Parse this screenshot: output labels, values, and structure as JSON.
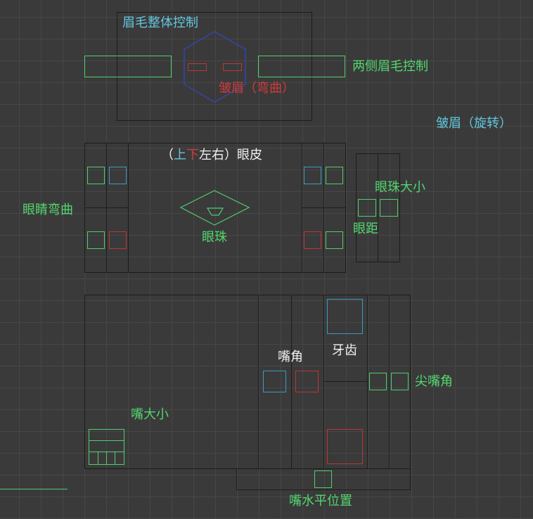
{
  "labels": {
    "brow_overall": "眉毛整体控制",
    "brow_sides": "两侧眉毛控制",
    "frown_bend": "皱眉（弯曲）",
    "frown_rotate": "皱眉（旋转）",
    "eyelid_paren_open": "（",
    "eyelid_up": "上",
    "eyelid_down": "下",
    "eyelid_rest": "左右）眼皮",
    "eye_bend": "眼睛弯曲",
    "eyeball": "眼珠",
    "eyeball_size": "眼珠大小",
    "eye_distance": "眼距",
    "mouth_corner": "嘴角",
    "teeth": "牙齿",
    "sharp_mouth_corner": "尖嘴角",
    "mouth_size": "嘴大小",
    "mouth_horizontal": "嘴水平位置"
  },
  "colors": {
    "background": "#3a3a3a",
    "grid": "#474747",
    "frame": "#1c1c1c",
    "green": "#4fce6e",
    "cyan": "#3a9bc4",
    "red": "#c03434",
    "white": "#f0f0f0"
  }
}
